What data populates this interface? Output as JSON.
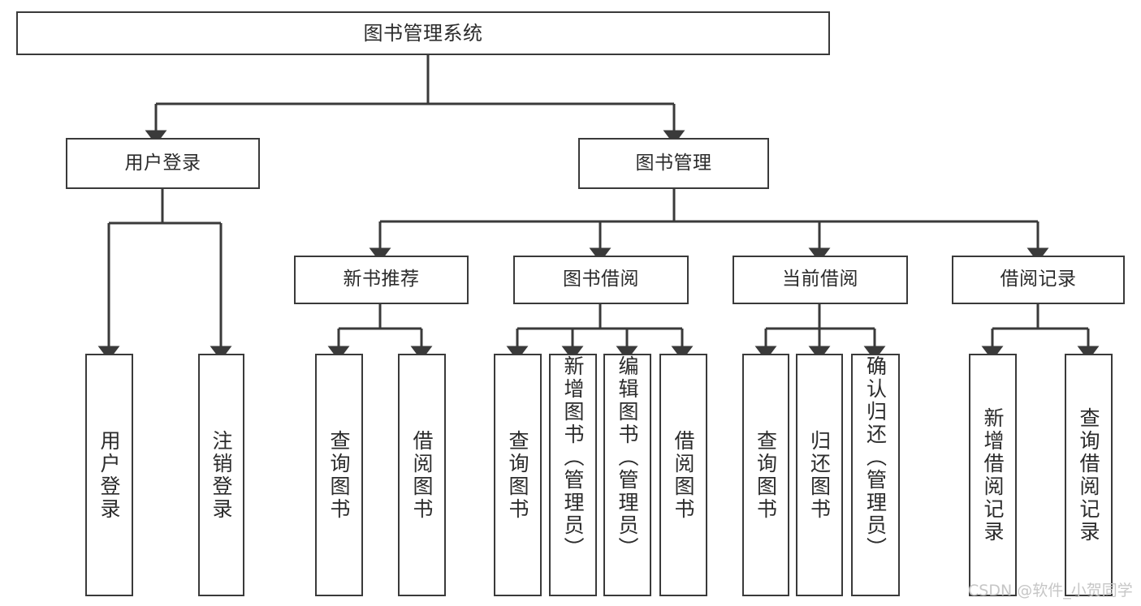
{
  "diagram": {
    "type": "tree-hierarchy",
    "title": "图书管理系统",
    "stroke_color": "#3a3a3a",
    "text_color": "#2b2b2b",
    "background_color": "#ffffff",
    "watermark": "CSDN @软件_小贺同学",
    "levels": {
      "root": {
        "label": "图书管理系统"
      },
      "level2": [
        {
          "label": "用户登录"
        },
        {
          "label": "图书管理"
        }
      ],
      "level3": [
        {
          "label": "新书推荐",
          "parent": "图书管理"
        },
        {
          "label": "图书借阅",
          "parent": "图书管理"
        },
        {
          "label": "当前借阅",
          "parent": "图书管理"
        },
        {
          "label": "借阅记录",
          "parent": "图书管理"
        }
      ],
      "level4": [
        {
          "label": "用户登录",
          "parent": "用户登录"
        },
        {
          "label": "注销登录",
          "parent": "用户登录"
        },
        {
          "label": "查询图书",
          "parent": "新书推荐"
        },
        {
          "label": "借阅图书",
          "parent": "新书推荐"
        },
        {
          "label": "查询图书",
          "parent": "图书借阅"
        },
        {
          "label": "新增图书（管理员）",
          "parent": "图书借阅"
        },
        {
          "label": "编辑图书（管理员）",
          "parent": "图书借阅"
        },
        {
          "label": "借阅图书",
          "parent": "图书借阅"
        },
        {
          "label": "查询图书",
          "parent": "当前借阅"
        },
        {
          "label": "归还图书",
          "parent": "当前借阅"
        },
        {
          "label": "确认归还（管理员）",
          "parent": "当前借阅"
        },
        {
          "label": "新增借阅记录",
          "parent": "借阅记录"
        },
        {
          "label": "查询借阅记录",
          "parent": "借阅记录"
        }
      ]
    }
  }
}
